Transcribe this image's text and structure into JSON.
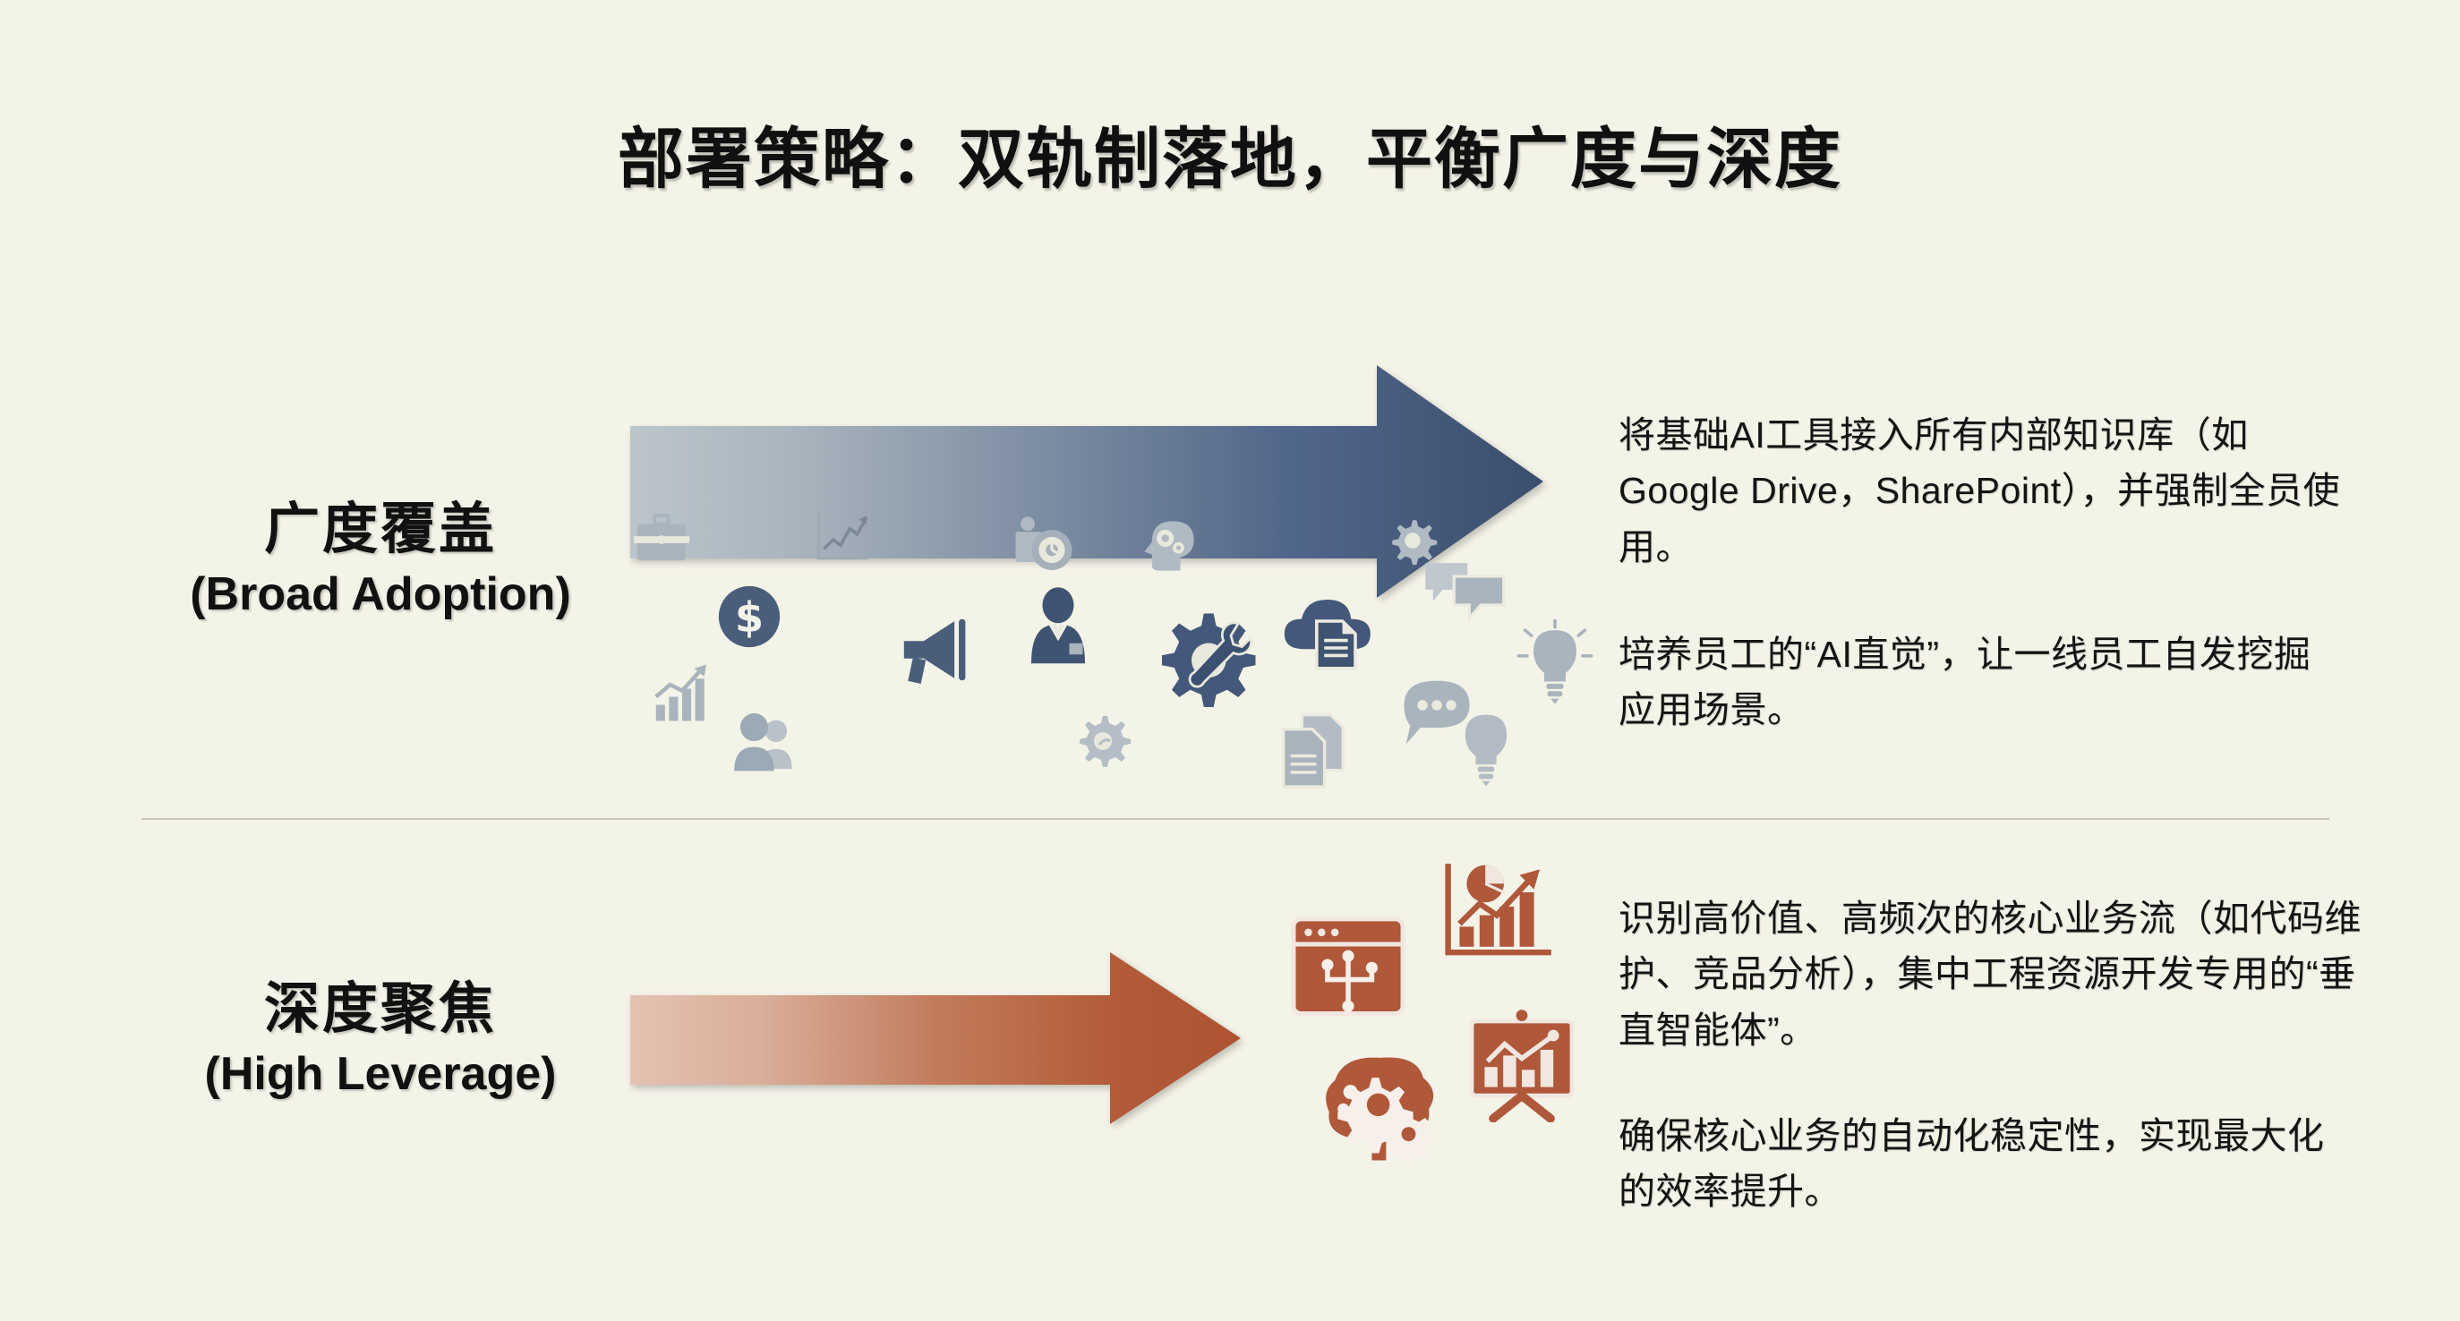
{
  "slide": {
    "title": "部署策略：双轨制落地，平衡广度与深度",
    "background_color": "#f4f3e8",
    "title_color": "#101010"
  },
  "rows": [
    {
      "id": "broad-adoption",
      "label_cn": "广度覆盖",
      "label_en": "(Broad Adoption)",
      "arrow": {
        "name": "broad-adoption-arrow",
        "direction": "right",
        "gradient_start": "#b6c0c7",
        "gradient_end": "#3b4f6e"
      },
      "icons": [
        "briefcase-icon",
        "dollar-coin-icon",
        "bar-chart-growth-icon",
        "line-chart-icon",
        "megaphone-icon",
        "people-icon",
        "businessman-icon",
        "gear-icon",
        "gear-wrench-icon",
        "target-clock-icon",
        "head-gears-icon",
        "cloud-document-icon",
        "chat-bubbles-icon",
        "documents-icon",
        "speech-dots-icon",
        "lightbulb-icon",
        "lightbulb-rays-icon",
        "small-gear-icon"
      ],
      "paragraphs": [
        "将基础AI工具接入所有内部知识库（如Google Drive，SharePoint），并强制全员使用。",
        "培养员工的“AI直觉”，让一线员工自发挖掘应用场景。"
      ]
    },
    {
      "id": "high-leverage",
      "label_cn": "深度聚焦",
      "label_en": "(High Leverage)",
      "arrow": {
        "name": "high-leverage-arrow",
        "direction": "right",
        "gradient_start": "#e1bcaa",
        "gradient_end": "#b0522f"
      },
      "icons": [
        "browser-circuit-icon",
        "growth-chart-pie-icon",
        "presentation-chart-icon",
        "brain-gears-icon"
      ],
      "paragraphs": [
        "识别高价值、高频次的核心业务流（如代码维护、竞品分析），集中工程资源开发专用的“垂直智能体”。",
        "确保核心业务的自动化稳定性，实现最大化的效率提升。"
      ]
    }
  ],
  "divider": {
    "name": "section-divider",
    "color": "#c8c6bb"
  }
}
